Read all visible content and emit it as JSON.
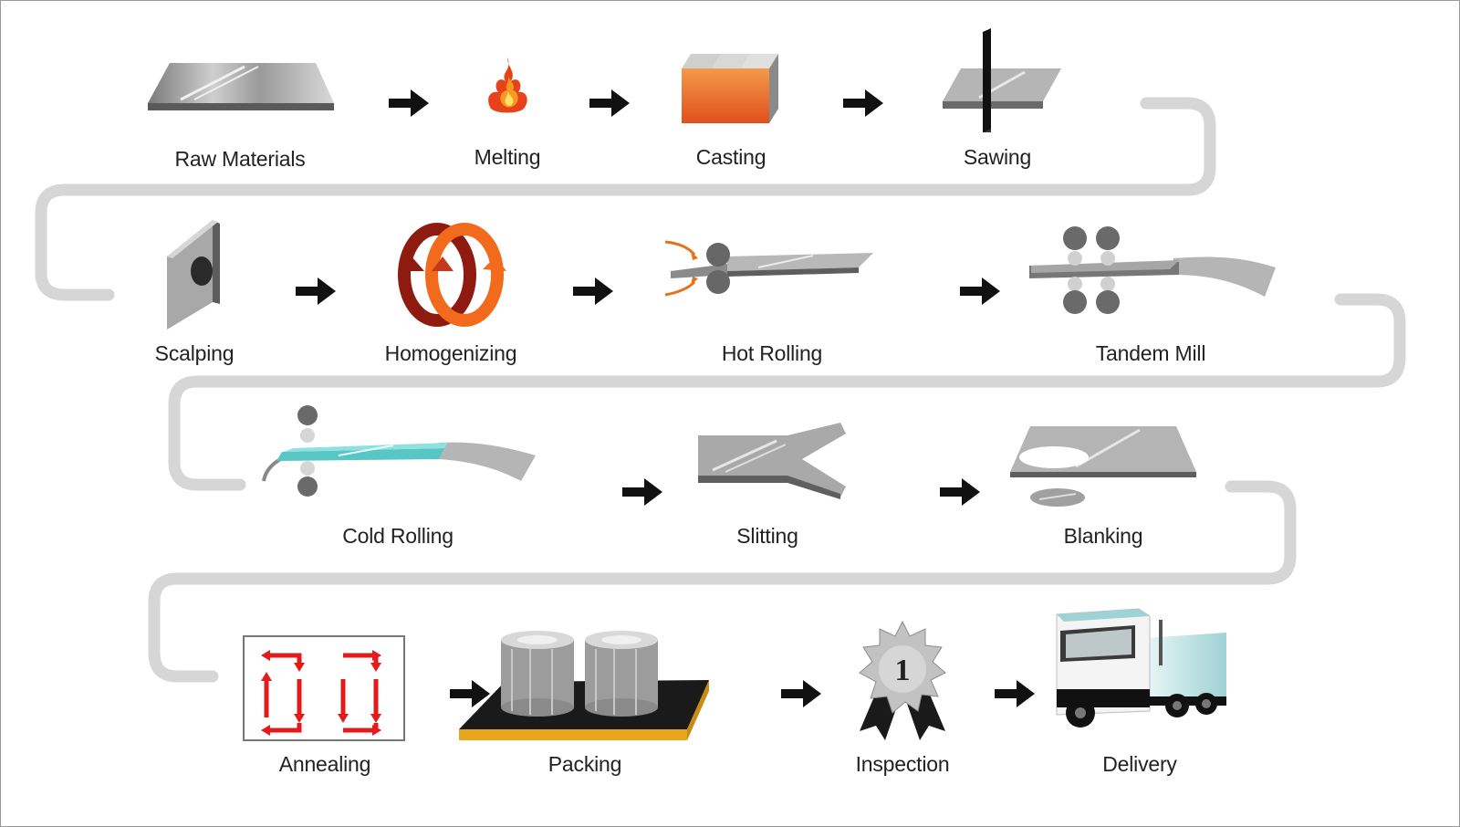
{
  "steps": [
    {
      "label": "Raw Materials",
      "icon": "plate-icon"
    },
    {
      "label": "Melting",
      "icon": "flame-icon"
    },
    {
      "label": "Casting",
      "icon": "ingot-icon"
    },
    {
      "label": "Sawing",
      "icon": "saw-blade-icon"
    },
    {
      "label": "Scalping",
      "icon": "scalping-block-icon"
    },
    {
      "label": "Homogenizing",
      "icon": "circular-arrows-icon"
    },
    {
      "label": "Hot Rolling",
      "icon": "hot-rollers-icon"
    },
    {
      "label": "Tandem Mill",
      "icon": "tandem-rollers-icon"
    },
    {
      "label": "Cold Rolling",
      "icon": "cold-rollers-icon"
    },
    {
      "label": "Slitting",
      "icon": "split-strip-icon"
    },
    {
      "label": "Blanking",
      "icon": "blanked-sheet-icon"
    },
    {
      "label": "Annealing",
      "icon": "heat-cycle-icon"
    },
    {
      "label": "Packing",
      "icon": "coils-on-pallet-icon"
    },
    {
      "label": "Inspection",
      "icon": "award-badge-icon"
    },
    {
      "label": "Delivery",
      "icon": "truck-icon"
    }
  ],
  "badge_text": "1",
  "colors": {
    "connector": "#d6d6d6",
    "arrow": "#111111",
    "metal_light": "#d2d2d2",
    "metal_dark": "#6a6a6a",
    "heat_orange": "#f26a1b",
    "heat_red": "#b3200e",
    "annealing_red": "#e21b1b",
    "pallet_yellow": "#e7a61c",
    "cold_cyan": "#5ccfcf"
  }
}
